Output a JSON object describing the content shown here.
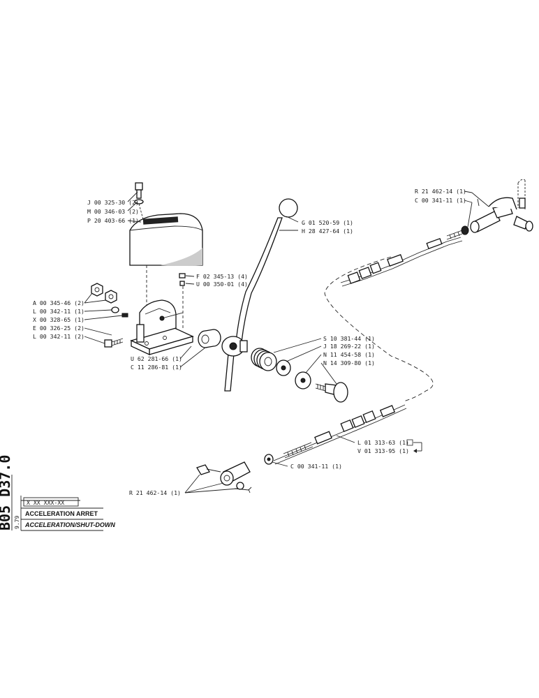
{
  "drawing": {
    "code": "B05 D37.0",
    "date": "9.79",
    "ref_box": "X XX XXX-XX",
    "title_fr": "ACCELERATION ARRET",
    "title_en": "ACCELERATION/SHUT-DOWN"
  },
  "labels": {
    "j00325": "J 00 325-30 (2)",
    "m00346": "M 00 346-03 (2)",
    "p20403": "P 20 403-66 (1)",
    "f02345": "F 02 345-13 (4)",
    "u00350": "U 00 350-01 (4)",
    "a00345": "A 00 345-46 (2)",
    "l00342a": "L 00 342-11 (1)",
    "x00328": "X 00 328-65 (1)",
    "e00326": "E 00 326-25 (2)",
    "l00342b": "L 00 342-11 (2)",
    "u62281": "U 62 281-66 (1)",
    "c11286": "C 11 286-81 (1)",
    "g01520": "G 01 520-59 (1)",
    "h28427": "H 28 427-64 (1)",
    "s10381": "S 10 381-44 (1)",
    "j18269": "J 18 269-22 (1)",
    "n11454": "N 11 454-58 (1)",
    "n14309": "N 14 309-80 (1)",
    "r21462_top": "R 21 462-14 (1)",
    "c00341_top": "C 00 341-11 (1)",
    "l01313": "L 01 313-63 (1)",
    "v01313": "V 01 313-95 (1)",
    "c00341_bot": "C 00 341-11 (1)",
    "r21462_bot": "R 21 462-14 (1)"
  }
}
